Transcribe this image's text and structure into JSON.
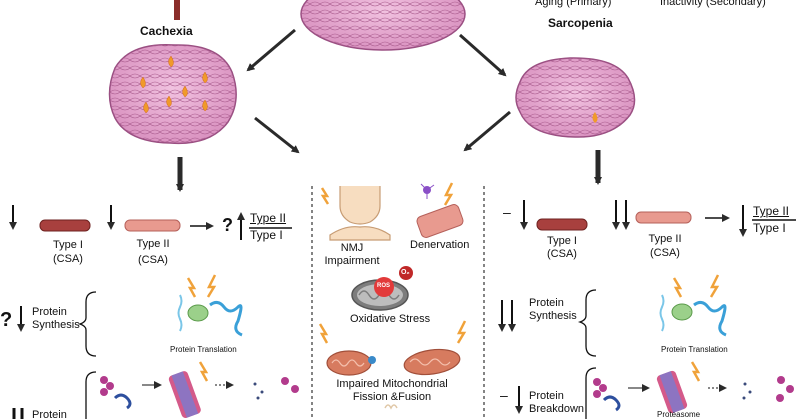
{
  "top": {
    "aging_label": "Aging (Primary)",
    "inactivity_label": "Inactivity (Secondary)"
  },
  "cachexia": {
    "title": "Cachexia",
    "fiber_type1_label": "Type I",
    "fiber_type1_sub": "(CSA)",
    "fiber_type2_label": "Type II",
    "fiber_type2_sub": "(CSA)",
    "question_mark": "?",
    "ratio_top": "Type II",
    "ratio_bottom": "Type I",
    "protein_q": "?",
    "protein_synthesis": "Protein\nSynthesis",
    "protein_translation": "Protein Translation",
    "breakdown_partial": "Protein\nBreakdown"
  },
  "sarcopenia": {
    "title": "Sarcopenia",
    "dash": "–",
    "fiber_type1_label": "Type I",
    "fiber_type1_sub": "(CSA)",
    "fiber_type2_label": "Type II",
    "fiber_type2_sub": "(CSA)",
    "ratio_top": "Type II",
    "ratio_bottom": "Type I",
    "protein_synthesis": "Protein\nSynthesis",
    "protein_translation": "Protein Translation",
    "dash2": "–",
    "protein_breakdown": "Protein\nBreakdown",
    "proteasome": "Proteasome"
  },
  "center": {
    "nmj": "NMJ\nImpairment",
    "denervation": "Denervation",
    "ros": "ROS",
    "o2": "O₂",
    "oxidative": "Oxidative Stress",
    "mito": "Impaired Mitochondrial\nFission &Fusion"
  },
  "colors": {
    "muscle_pink": "#e7a8cf",
    "muscle_dark": "#b76a9b",
    "fiber_red": "#a8403e",
    "fiber_pink": "#e89a8f",
    "flame": "#f09a2a",
    "lightning": "#f0a23a",
    "arrow": "#2a2a2a"
  }
}
